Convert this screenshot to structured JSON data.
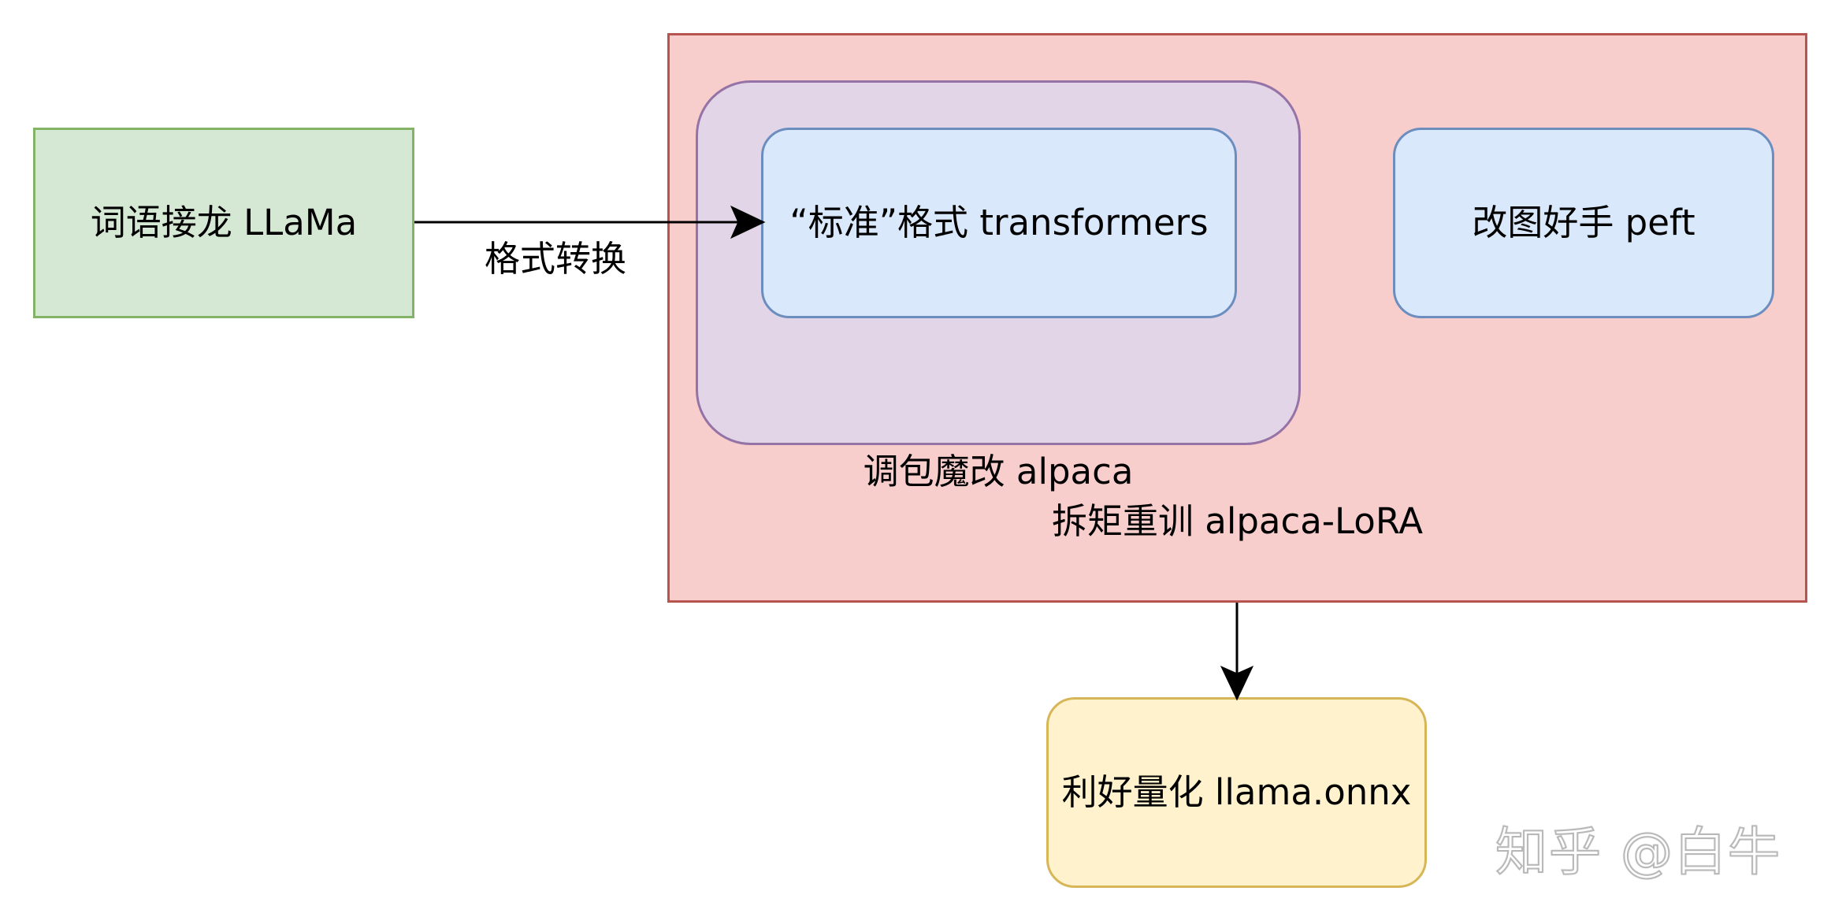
{
  "nodes": {
    "llama": "词语接龙 LLaMa",
    "transformers": "“标准”格式 transformers",
    "peft": "改图好手 peft",
    "onnx": "利好量化 llama.onnx"
  },
  "containers": {
    "alpaca_lora": "拆矩重训 alpaca-LoRA",
    "alpaca": "调包魔改 alpaca"
  },
  "edges": {
    "llama_to_transformers": "格式转换"
  },
  "watermark": "知乎 @白牛",
  "colors": {
    "llama_fill": "#d5e8d4",
    "llama_stroke": "#82b366",
    "lora_fill": "#f8cecc",
    "lora_stroke": "#b85450",
    "alpaca_fill": "#e1d5e7",
    "alpaca_stroke": "#9673a6",
    "blue_fill": "#dae8fc",
    "blue_stroke": "#6c8ebf",
    "onnx_fill": "#fff2cc",
    "onnx_stroke": "#d6b656"
  }
}
